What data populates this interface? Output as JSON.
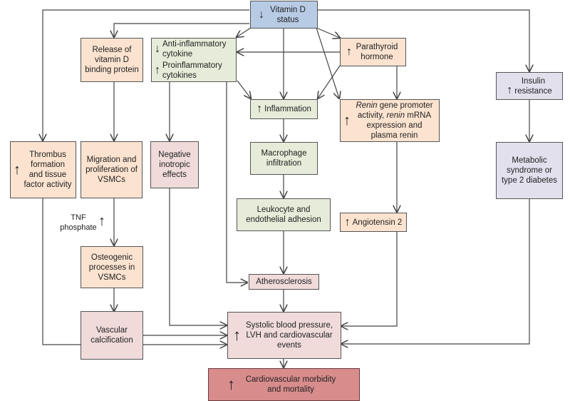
{
  "diagram": {
    "arrow_up": "↑",
    "arrow_down": "↓",
    "nodes": {
      "vitamin_d": {
        "arrow": "↓",
        "label": "Vitamin D status",
        "color": "#b7cbe4"
      },
      "release_vdbp": {
        "label": "Release of vitamin D binding protein",
        "color": "#fbe3d0"
      },
      "cytokines": {
        "anti_arrow": "↓",
        "anti_label": "Anti-inflammatory cytokine",
        "pro_arrow": "↑",
        "pro_label": "Proinflammatory cytokines",
        "color": "#e6ecd9"
      },
      "pth": {
        "arrow": "↑",
        "label": "Parathyroid hormone",
        "color": "#fbe3d0"
      },
      "insulin": {
        "arrow": "↑",
        "label_line1": "Insulin",
        "label_line2": "resistance",
        "color": "#e3e0ee"
      },
      "inflammation": {
        "arrow": "↑",
        "label": "Inflammation",
        "color": "#e6ecd9"
      },
      "renin": {
        "arrow": "↑",
        "italic1": "Renin",
        "text1": " gene promoter activity, ",
        "italic2": "renin",
        "text2": " mRNA expression and plasma renin",
        "color": "#fbe3d0"
      },
      "thrombus": {
        "arrow": "↑",
        "label": "Thrombus formation and tissue factor activity",
        "color": "#fbe3d0"
      },
      "migration": {
        "label": "Migration and proliferation of VSMCs",
        "color": "#fbe3d0"
      },
      "neg_inotropic": {
        "label": "Negative inotropic effects",
        "color": "#f0dada"
      },
      "macrophage": {
        "label": "Macrophage infiltration",
        "color": "#e6ecd9"
      },
      "metabolic": {
        "label": "Metabolic syndrome or type 2 diabetes",
        "color": "#e3e0ee"
      },
      "tnf": {
        "label": "TNF phosphate",
        "arrow": "↑"
      },
      "leukocyte": {
        "label": "Leukocyte and endothelial adhesion",
        "color": "#e6ecd9"
      },
      "angiotensin": {
        "arrow": "↑",
        "label": "Angiotensin 2",
        "color": "#fbe3d0"
      },
      "osteogenic": {
        "label": "Osteogenic processes in VSMCs",
        "color": "#fbe3d0"
      },
      "atherosclerosis": {
        "label": "Atherosclerosis",
        "color": "#f0dada"
      },
      "vascular_calc": {
        "label": "Vascular calcification",
        "color": "#f0dada"
      },
      "systolic": {
        "arrow": "↑",
        "label": "Systolic blood pressure, LVH and cardiovascular events",
        "color": "#f0dada"
      },
      "cv_morbidity": {
        "arrow": "↑",
        "label": "Cardiovascular morbidity and mortality",
        "color": "#d98c8c"
      }
    }
  }
}
